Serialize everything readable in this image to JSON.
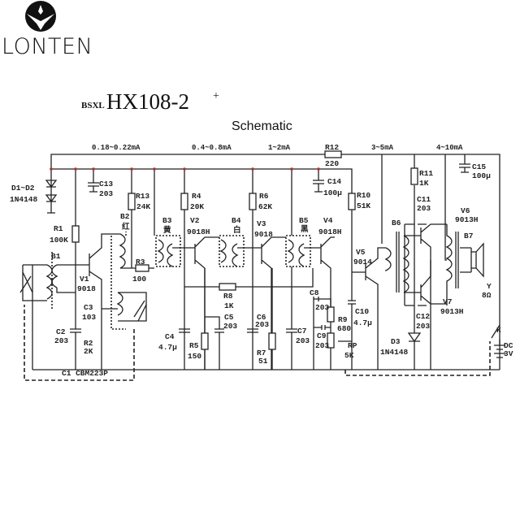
{
  "brand": {
    "name": "LONTEN"
  },
  "header": {
    "prefix": "BSXL",
    "title": "HX108-2",
    "superscript": "+",
    "subtitle": "Schematic"
  },
  "currents": [
    "0.18~0.22mA",
    "0.4~0.8mA",
    "1~2mA",
    "3~5mA",
    "4~10mA"
  ],
  "components": {
    "D1D2": {
      "ref": "D1~D2",
      "value": "1N4148"
    },
    "C13": {
      "ref": "C13",
      "value": "203"
    },
    "R13": {
      "ref": "R13",
      "value": "24K"
    },
    "R4": {
      "ref": "R4",
      "value": "20K"
    },
    "R6": {
      "ref": "R6",
      "value": "62K"
    },
    "R12": {
      "ref": "R12",
      "value": "220"
    },
    "C14": {
      "ref": "C14",
      "value": "100μ"
    },
    "R10": {
      "ref": "R10",
      "value": "51K"
    },
    "R11": {
      "ref": "R11",
      "value": "1K"
    },
    "C15": {
      "ref": "C15",
      "value": "100μ"
    },
    "C11": {
      "ref": "C11",
      "value": "203"
    },
    "V6": {
      "ref": "V6",
      "value": "9013H"
    },
    "B7": {
      "ref": "B7"
    },
    "B6": {
      "ref": "B6"
    },
    "B1": {
      "ref": "B1"
    },
    "R1": {
      "ref": "R1",
      "value": "100K"
    },
    "B2": {
      "ref": "B2",
      "value": "红"
    },
    "B3": {
      "ref": "B3",
      "value": "黄"
    },
    "V2": {
      "ref": "V2",
      "value": "9018H"
    },
    "B4": {
      "ref": "B4",
      "value": "白"
    },
    "V3": {
      "ref": "V3",
      "value": "9018"
    },
    "B5": {
      "ref": "B5",
      "value": "黑"
    },
    "V4": {
      "ref": "V4",
      "value": "9018H"
    },
    "V5": {
      "ref": "V5",
      "value": "9014"
    },
    "V1": {
      "ref": "V1",
      "value": "9018"
    },
    "R3": {
      "ref": "R3",
      "value": "100"
    },
    "R8": {
      "ref": "R8",
      "value": "1K"
    },
    "C8": {
      "ref": "C8",
      "value": "203"
    },
    "C3": {
      "ref": "C3",
      "value": "103"
    },
    "C4": {
      "ref": "C4",
      "value": "4.7μ"
    },
    "C5": {
      "ref": "C5",
      "value": "203"
    },
    "C6": {
      "ref": "C6",
      "value": "203"
    },
    "C7": {
      "ref": "C7",
      "value": "203"
    },
    "C10": {
      "ref": "C10",
      "value": "4.7μ"
    },
    "R9": {
      "ref": "R9",
      "value": "680"
    },
    "C9": {
      "ref": "C9",
      "value": "203"
    },
    "RP": {
      "ref": "RP",
      "value": "5K"
    },
    "C12": {
      "ref": "C12",
      "value": "203"
    },
    "V7": {
      "ref": "V7",
      "value": "9013H"
    },
    "Y": {
      "ref": "Y",
      "value": "8Ω"
    },
    "K": {
      "ref": "K"
    },
    "DC": {
      "ref": "DC",
      "value": "3V"
    },
    "D3": {
      "ref": "D3",
      "value": "1N4148"
    },
    "C2": {
      "ref": "C2",
      "value": "203"
    },
    "R2": {
      "ref": "R2",
      "value": "2K"
    },
    "R5": {
      "ref": "R5",
      "value": "150"
    },
    "R7": {
      "ref": "R7",
      "value": "51"
    },
    "C1": {
      "ref": "C1 CBM223P"
    }
  }
}
